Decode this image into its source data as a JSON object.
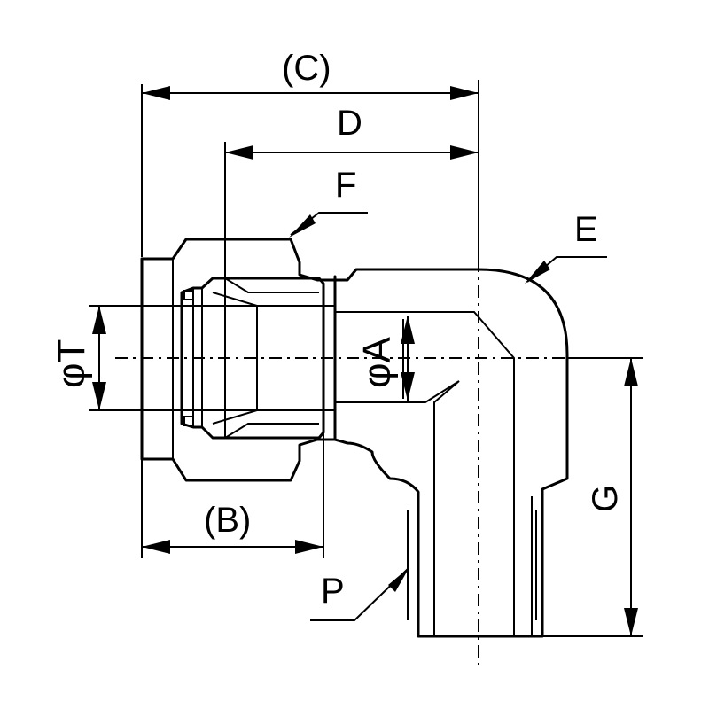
{
  "labels": {
    "C": "(C)",
    "D": "D",
    "F": "F",
    "E": "E",
    "T": "φT",
    "A": "φA",
    "G": "G",
    "B": "(B)",
    "P": "P"
  }
}
